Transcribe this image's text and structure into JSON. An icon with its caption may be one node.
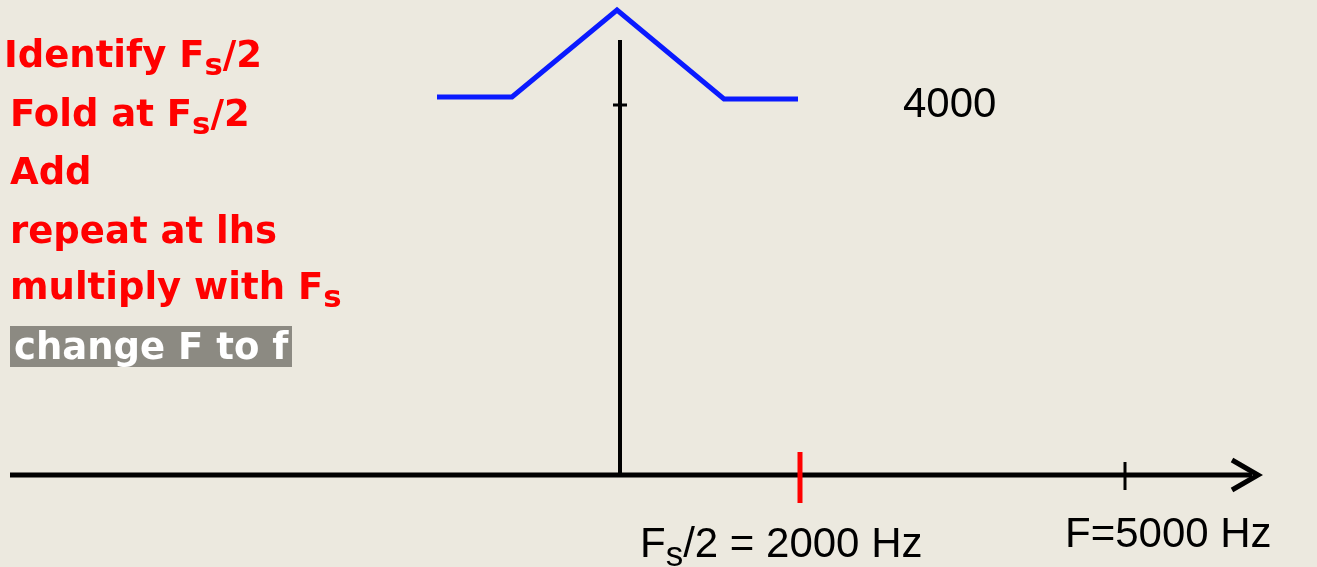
{
  "diagram": {
    "labels": [
      "Identify F$_{s}$/2",
      "Fold at F$_{s}$/2",
      "Add",
      "repeat at lhs",
      "multiply with F$_{s}$",
      "change F to f",
      "4000",
      "F$_{s}$/2 = 2000 Hz",
      "F=5000 Hz"
    ]
  }
}
